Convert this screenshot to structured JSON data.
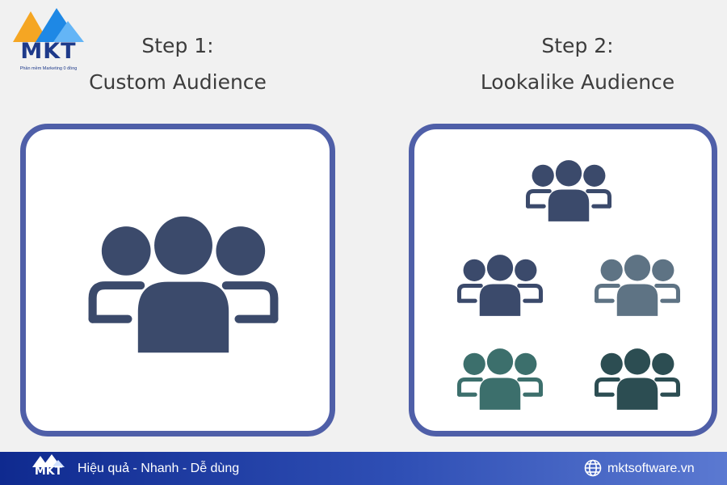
{
  "logo": {
    "text": "MKT",
    "tagline": "Phần mềm Marketing 0 đồng"
  },
  "step1": {
    "heading": "Step 1:",
    "subtitle": "Custom Audience"
  },
  "step2": {
    "heading": "Step 2:",
    "subtitle": "Lookalike Audience"
  },
  "colors": {
    "panel_border": "#4f5fa8",
    "group_navy": "#3b4a6b",
    "group_slate": "#5e7384",
    "group_teal": "#3c6f6c",
    "group_dark_teal": "#2c4d52",
    "footer_start": "#0f2a8f",
    "footer_end": "#5b79d1"
  },
  "icons": {
    "custom_audience": "people-group-icon",
    "lookalike_groups": [
      {
        "name": "people-group-icon",
        "color": "#3b4a6b"
      },
      {
        "name": "people-group-icon",
        "color": "#3b4a6b"
      },
      {
        "name": "people-group-icon",
        "color": "#5e7384"
      },
      {
        "name": "people-group-icon",
        "color": "#3c6f6c"
      },
      {
        "name": "people-group-icon",
        "color": "#2c4d52"
      }
    ],
    "footer_website": "globe-icon"
  },
  "footer": {
    "logo_text": "MKT",
    "slogan": "Hiệu quả - Nhanh - Dễ dùng",
    "website": "mktsoftware.vn"
  }
}
